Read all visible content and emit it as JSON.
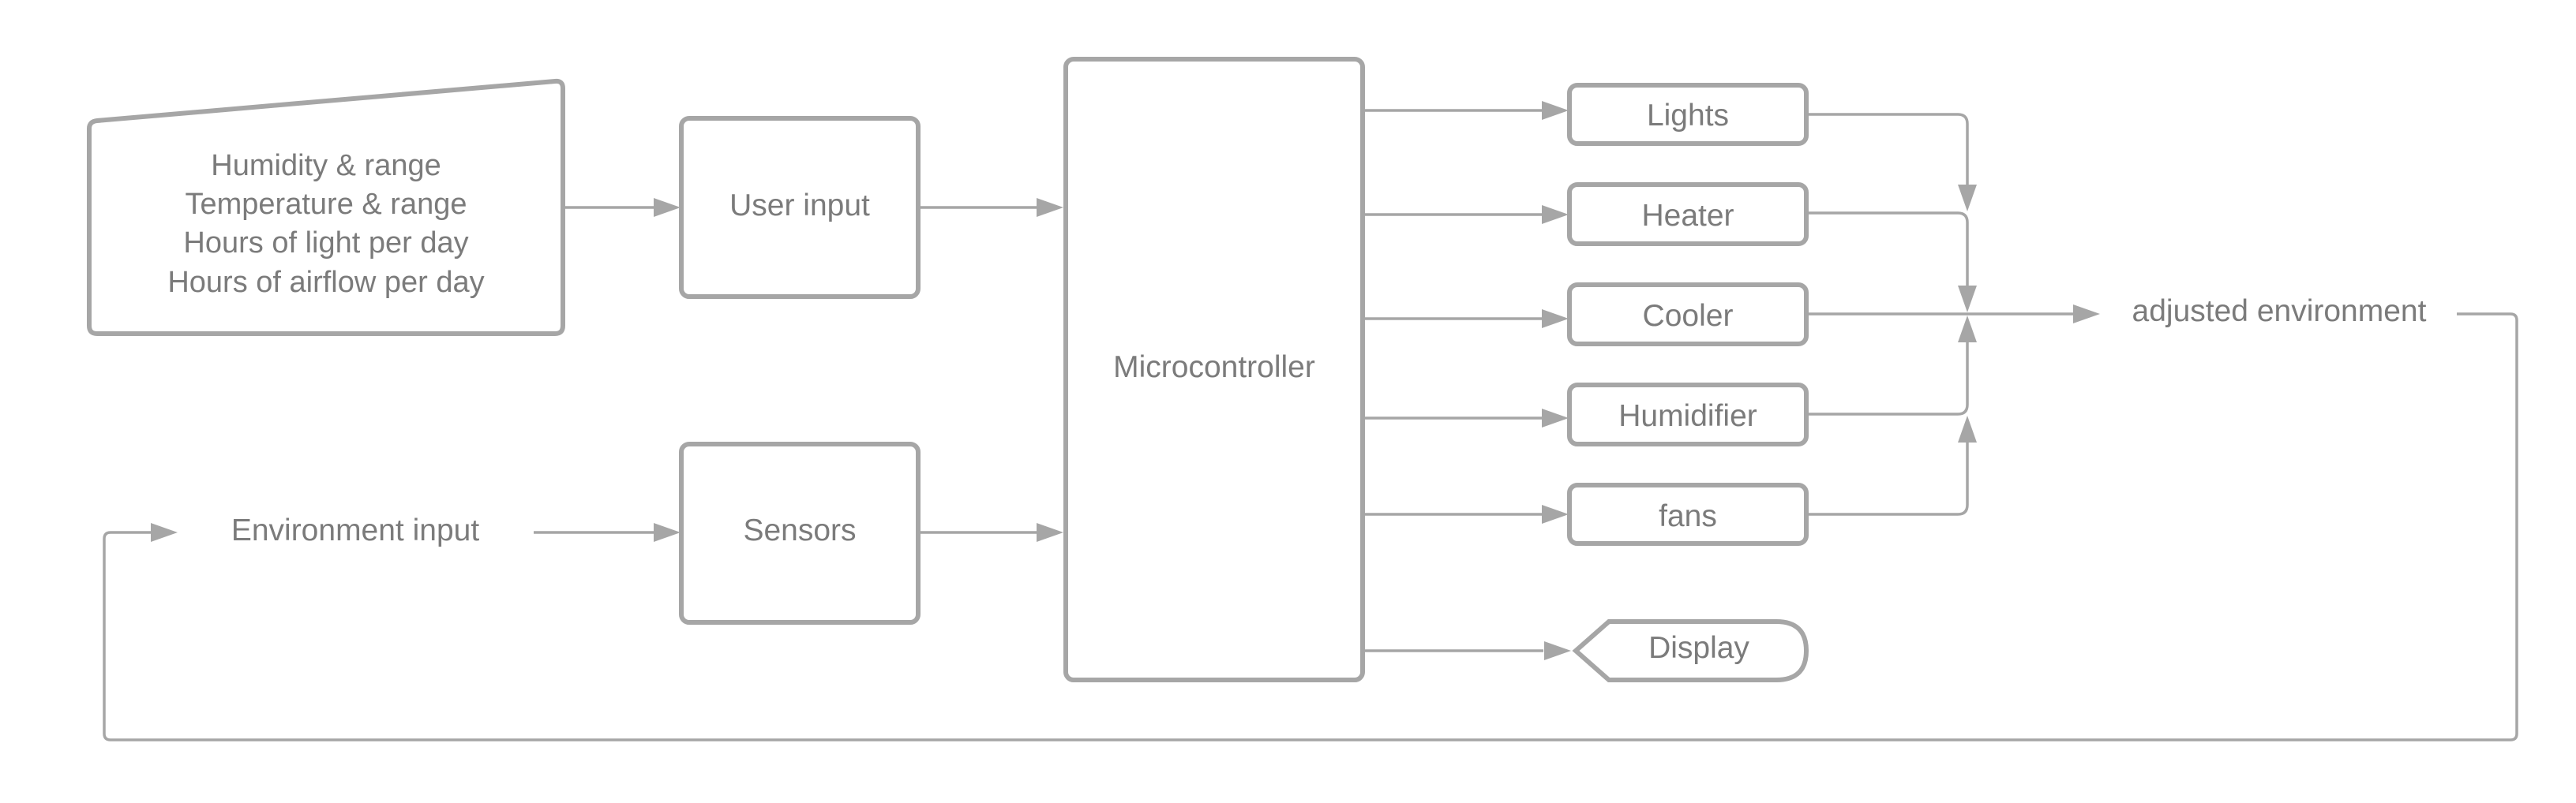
{
  "diagram": {
    "parameters_block": {
      "lines": [
        "Humidity & range",
        "Temperature & range",
        "Hours of light per day",
        "Hours of airflow per day"
      ]
    },
    "user_input_label": "User input",
    "sensors_label": "Sensors",
    "environment_input_label": "Environment input",
    "microcontroller_label": "Microcontroller",
    "outputs": {
      "lights": "Lights",
      "heater": "Heater",
      "cooler": "Cooler",
      "humidifier": "Humidifier",
      "fans": "fans"
    },
    "display_label": "Display",
    "adjusted_environment_label": "adjusted environment"
  }
}
